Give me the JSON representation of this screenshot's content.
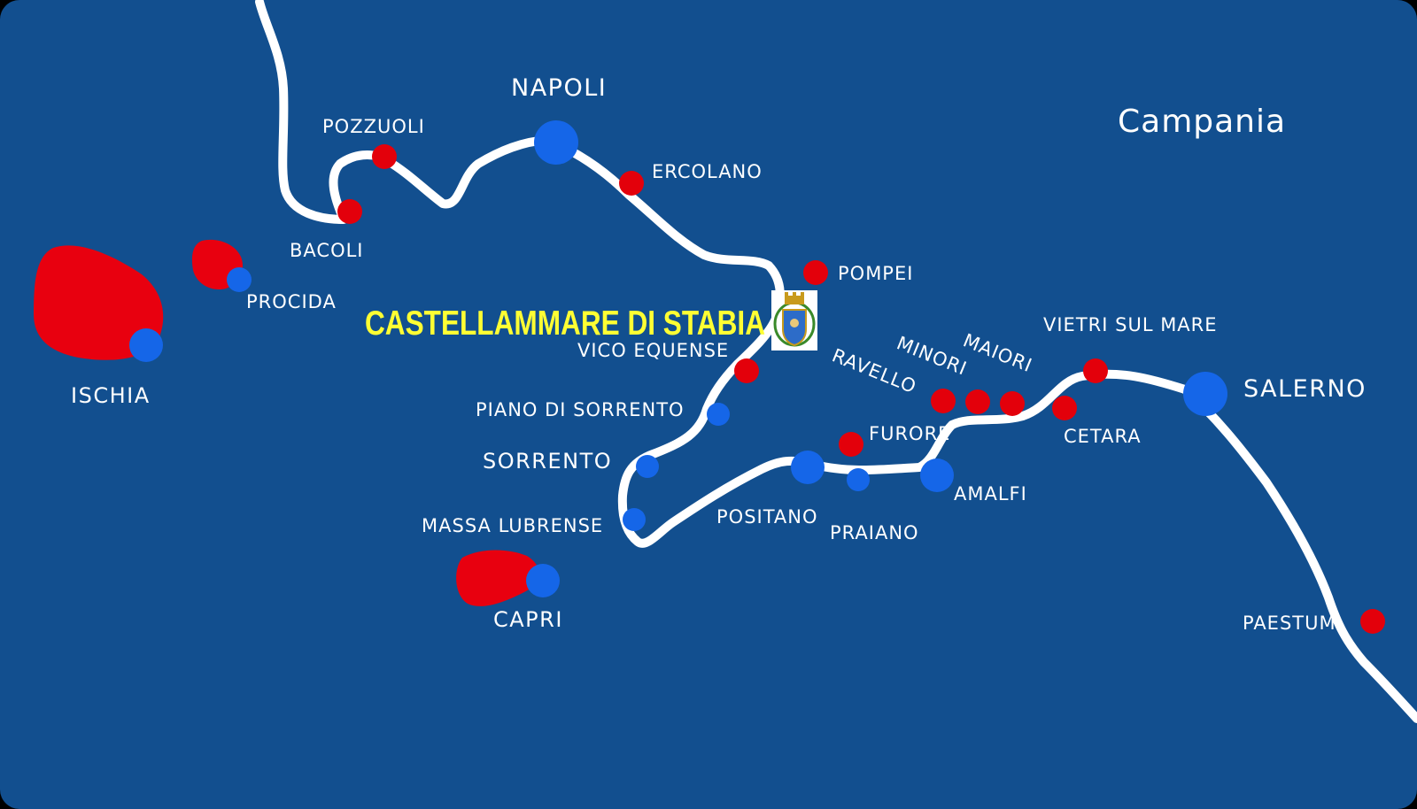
{
  "region_label": "Campania",
  "highlight_label": "CASTELLAMMARE DI STABIA",
  "colors": {
    "sea": "#124f8f",
    "coast": "#ffffff",
    "island": "#e8000f",
    "red_point": "#e3000b",
    "blue_point": "#1566e8",
    "highlight_text": "#ffff33"
  },
  "places": {
    "napoli": "NAPOLI",
    "pozzuoli": "POZZUOLI",
    "bacoli": "BACOLI",
    "ercolano": "ERCOLANO",
    "pompei": "POMPEI",
    "procida": "PROCIDA",
    "ischia": "ISCHIA",
    "vico_equense": "VICO EQUENSE",
    "piano_di_sorrento": "PIANO DI SORRENTO",
    "sorrento": "SORRENTO",
    "massa_lubrense": "MASSA LUBRENSE",
    "capri": "CAPRI",
    "positano": "POSITANO",
    "praiano": "PRAIANO",
    "furore": "FURORE",
    "amalfi": "AMALFI",
    "ravello": "RAVELLO",
    "minori": "MINORI",
    "maiori": "MAIORI",
    "cetara": "CETARA",
    "vietri_sul_mare": "VIETRI SUL MARE",
    "salerno": "SALERNO",
    "paestum": "PAESTUM"
  },
  "icons": {
    "coat_of_arms": "castellammare-coat-of-arms-icon"
  }
}
